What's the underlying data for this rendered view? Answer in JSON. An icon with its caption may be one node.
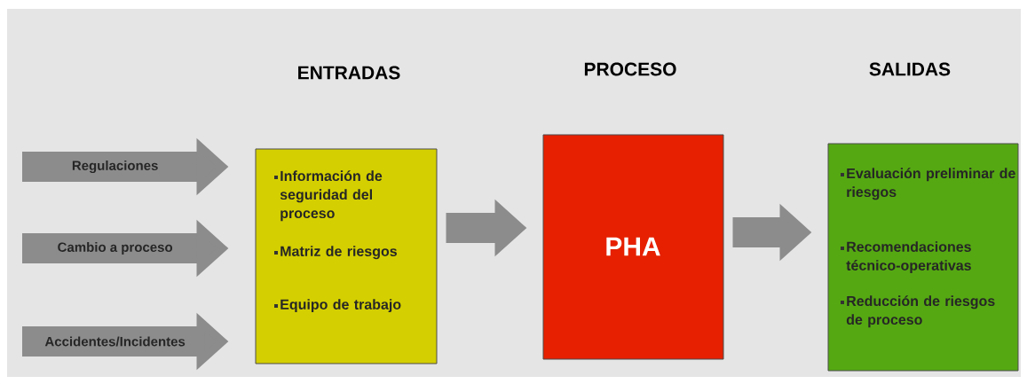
{
  "diagram": {
    "nodes": [
      {
        "text": [
          "ENTRADAS",
          "Información de seguridad del proceso",
          "Matriz de riesgos",
          "Equipo de trabajo"
        ]
      },
      {
        "text": [
          "PROCESO",
          "PHA"
        ]
      },
      {
        "text": [
          "SALIDAS",
          "Evaluación preliminar de riesgos",
          "Recomendaciones técnico-operativas",
          "Reducción de riesgos de proceso"
        ]
      }
    ],
    "edges": [
      {
        "from": null,
        "to": 0,
        "arrow": "to",
        "label": "Regulaciones"
      },
      {
        "from": null,
        "to": 0,
        "arrow": "to",
        "label": "Cambio a proceso"
      },
      {
        "from": null,
        "to": 0,
        "arrow": "to",
        "label": "Accidentes/Incidentes"
      },
      {
        "from": 0,
        "to": 1,
        "arrow": "to"
      },
      {
        "from": 1,
        "to": 2,
        "arrow": "to"
      }
    ]
  }
}
